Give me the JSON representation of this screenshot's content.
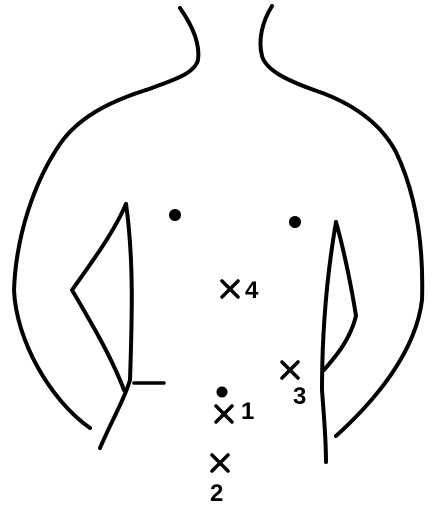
{
  "figure": {
    "markers": [
      {
        "id": "1",
        "label": "1"
      },
      {
        "id": "2",
        "label": "2"
      },
      {
        "id": "3",
        "label": "3"
      },
      {
        "id": "4",
        "label": "4"
      }
    ],
    "landmarks": [
      "left-nipple",
      "right-nipple",
      "umbilicus"
    ]
  }
}
